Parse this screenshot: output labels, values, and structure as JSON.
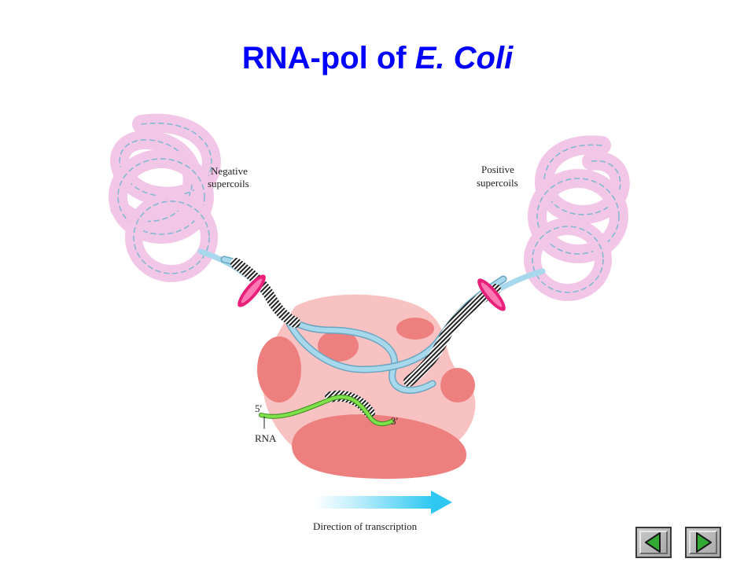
{
  "title": {
    "main": "RNA-pol of ",
    "italic": "E. Coli"
  },
  "diagram": {
    "negative_label_1": "Negative",
    "negative_label_2": "supercoils",
    "positive_label_1": "Positive",
    "positive_label_2": "supercoils",
    "five_prime": "5′",
    "three_prime": "3′",
    "rna_label": "RNA",
    "direction_label": "Direction of transcription"
  },
  "colors": {
    "title": "#0000ff",
    "supercoil_fill": "#f2c6e6",
    "supercoil_line": "#7fb8d0",
    "polymerase_body": "#f8c2c2",
    "polymerase_lobe": "#ee7f7f",
    "dna_strand": "#a8d8ec",
    "rna_strand": "#7ee04a",
    "arrow": "#2fc8f2",
    "topoisomerase": "#e8207a"
  },
  "nav": {
    "prev_icon": "triangle-left-icon",
    "next_icon": "triangle-right-icon"
  }
}
